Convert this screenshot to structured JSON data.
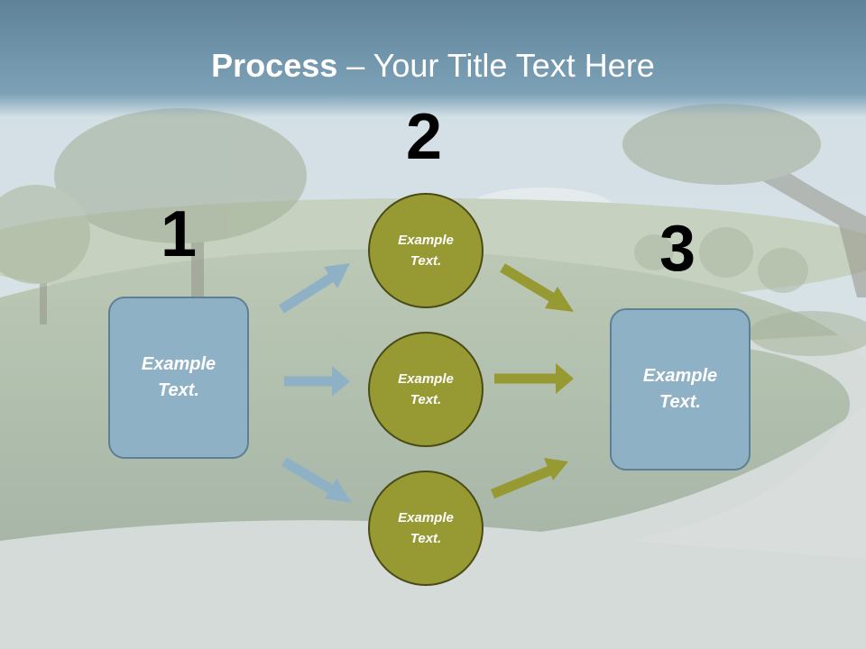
{
  "title": {
    "bold": "Process",
    "rest": " – Your Title Text Here"
  },
  "steps": [
    {
      "number": "1"
    },
    {
      "number": "2"
    },
    {
      "number": "3"
    }
  ],
  "boxes": {
    "left": "Example\nText.",
    "right": "Example\nText."
  },
  "circles": [
    "Example\nText.",
    "Example\nText.",
    "Example\nText."
  ],
  "colors": {
    "box_fill": "#8fb1c6",
    "circle_fill": "#979a33",
    "blue_arrow": "#8fb1c6",
    "olive_arrow": "#979a33",
    "title_bar": "#6d93ab"
  }
}
